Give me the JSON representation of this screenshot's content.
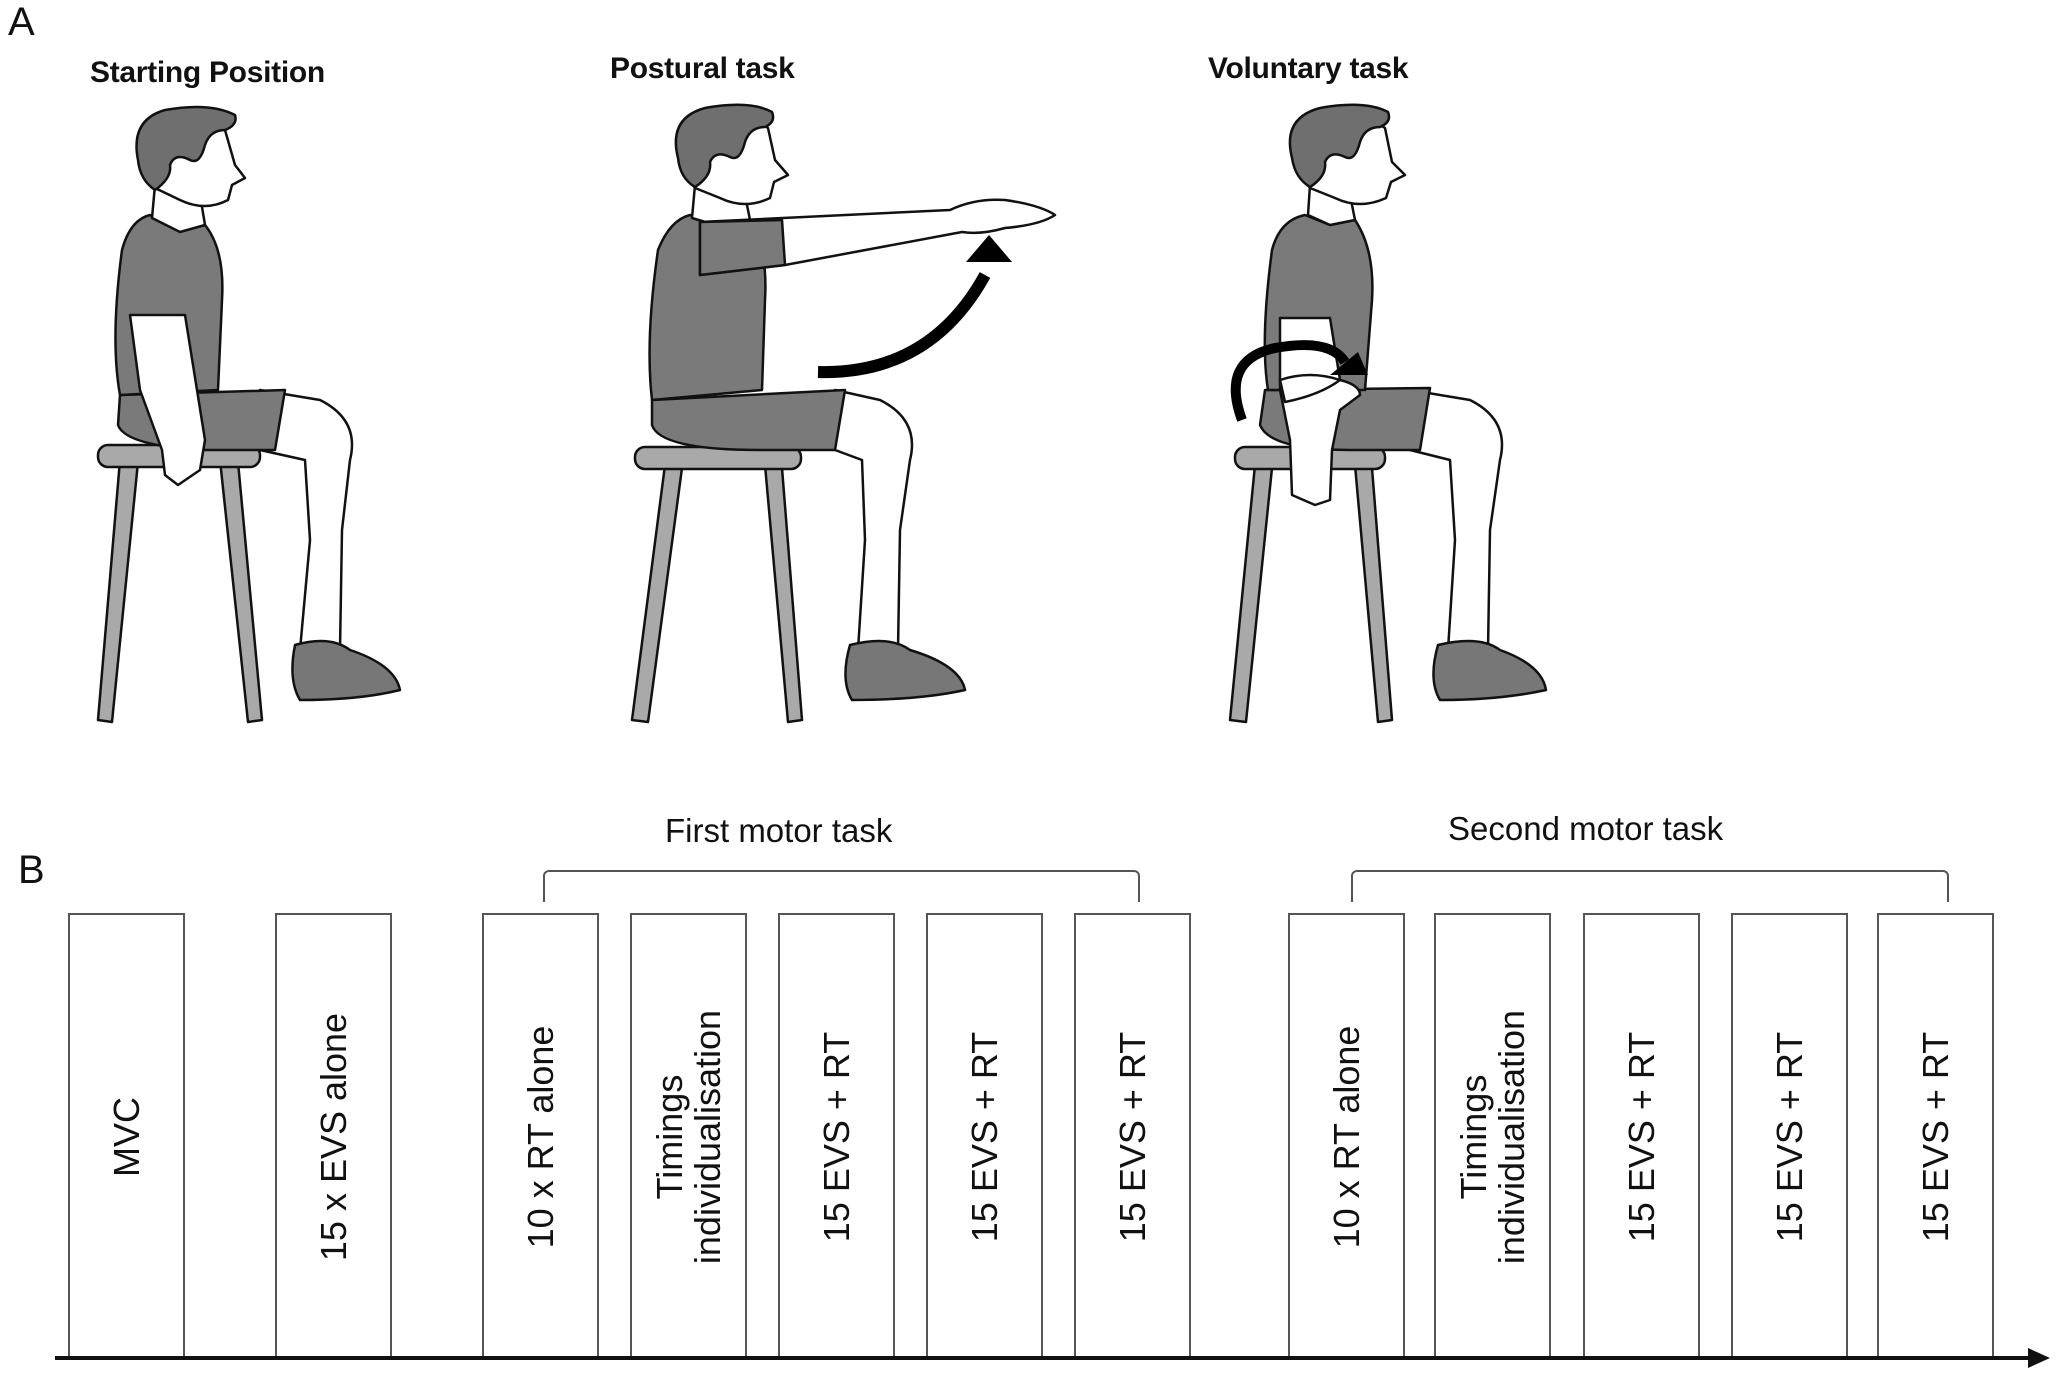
{
  "panel_a": {
    "letter": "A",
    "figures": [
      {
        "title": "Starting Position",
        "pose": "seated-arms-down",
        "arrow": "none"
      },
      {
        "title": "Postural task",
        "pose": "seated-arms-raised-forward",
        "arrow": "curved-up-arrow"
      },
      {
        "title": "Voluntary task",
        "pose": "seated-wrist-rotation",
        "arrow": "circular-arrow"
      }
    ]
  },
  "panel_b": {
    "letter": "B",
    "groups": [
      {
        "label": "First motor task"
      },
      {
        "label": "Second motor task"
      }
    ],
    "blocks": [
      {
        "label": "MVC"
      },
      {
        "label": "15 x EVS alone"
      },
      {
        "label": "10 x RT alone"
      },
      {
        "label": "Timings\nindividualisation"
      },
      {
        "label": "15 EVS + RT"
      },
      {
        "label": "15 EVS + RT"
      },
      {
        "label": "15 EVS + RT"
      },
      {
        "label": "10 x RT alone"
      },
      {
        "label": "Timings\nindividualisation"
      },
      {
        "label": "15 EVS + RT"
      },
      {
        "label": "15 EVS + RT"
      },
      {
        "label": "15 EVS + RT"
      }
    ],
    "axis": "time-arrow"
  },
  "colors": {
    "skin": "#ffffff",
    "clothing": "#7a7a7a",
    "hair": "#6f6f6f",
    "chair": "#a9a9a9",
    "outline": "#111111",
    "box_border": "#555555"
  }
}
